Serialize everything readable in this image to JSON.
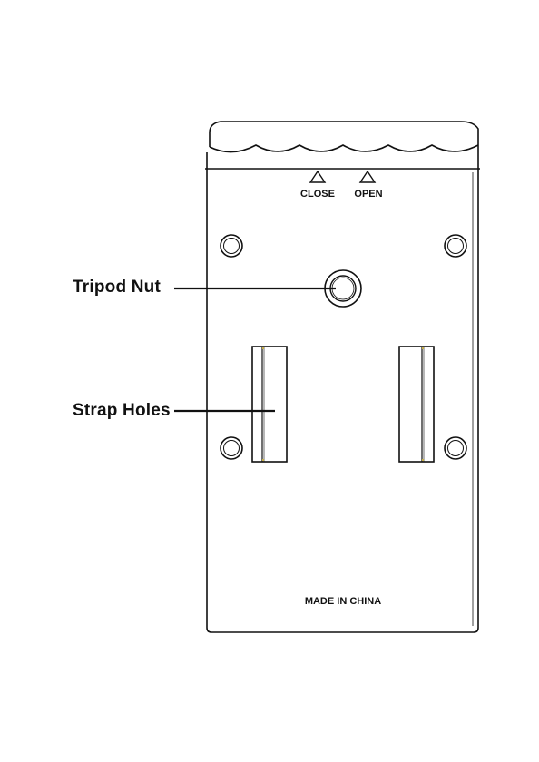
{
  "diagram": {
    "labels": {
      "close": "CLOSE",
      "open": "OPEN",
      "made_in": "MADE IN CHINA"
    },
    "callouts": {
      "tripod_nut": "Tripod Nut",
      "strap_holes": "Strap Holes"
    },
    "colors": {
      "line": "#111111",
      "accent": "#c8b14a"
    }
  }
}
